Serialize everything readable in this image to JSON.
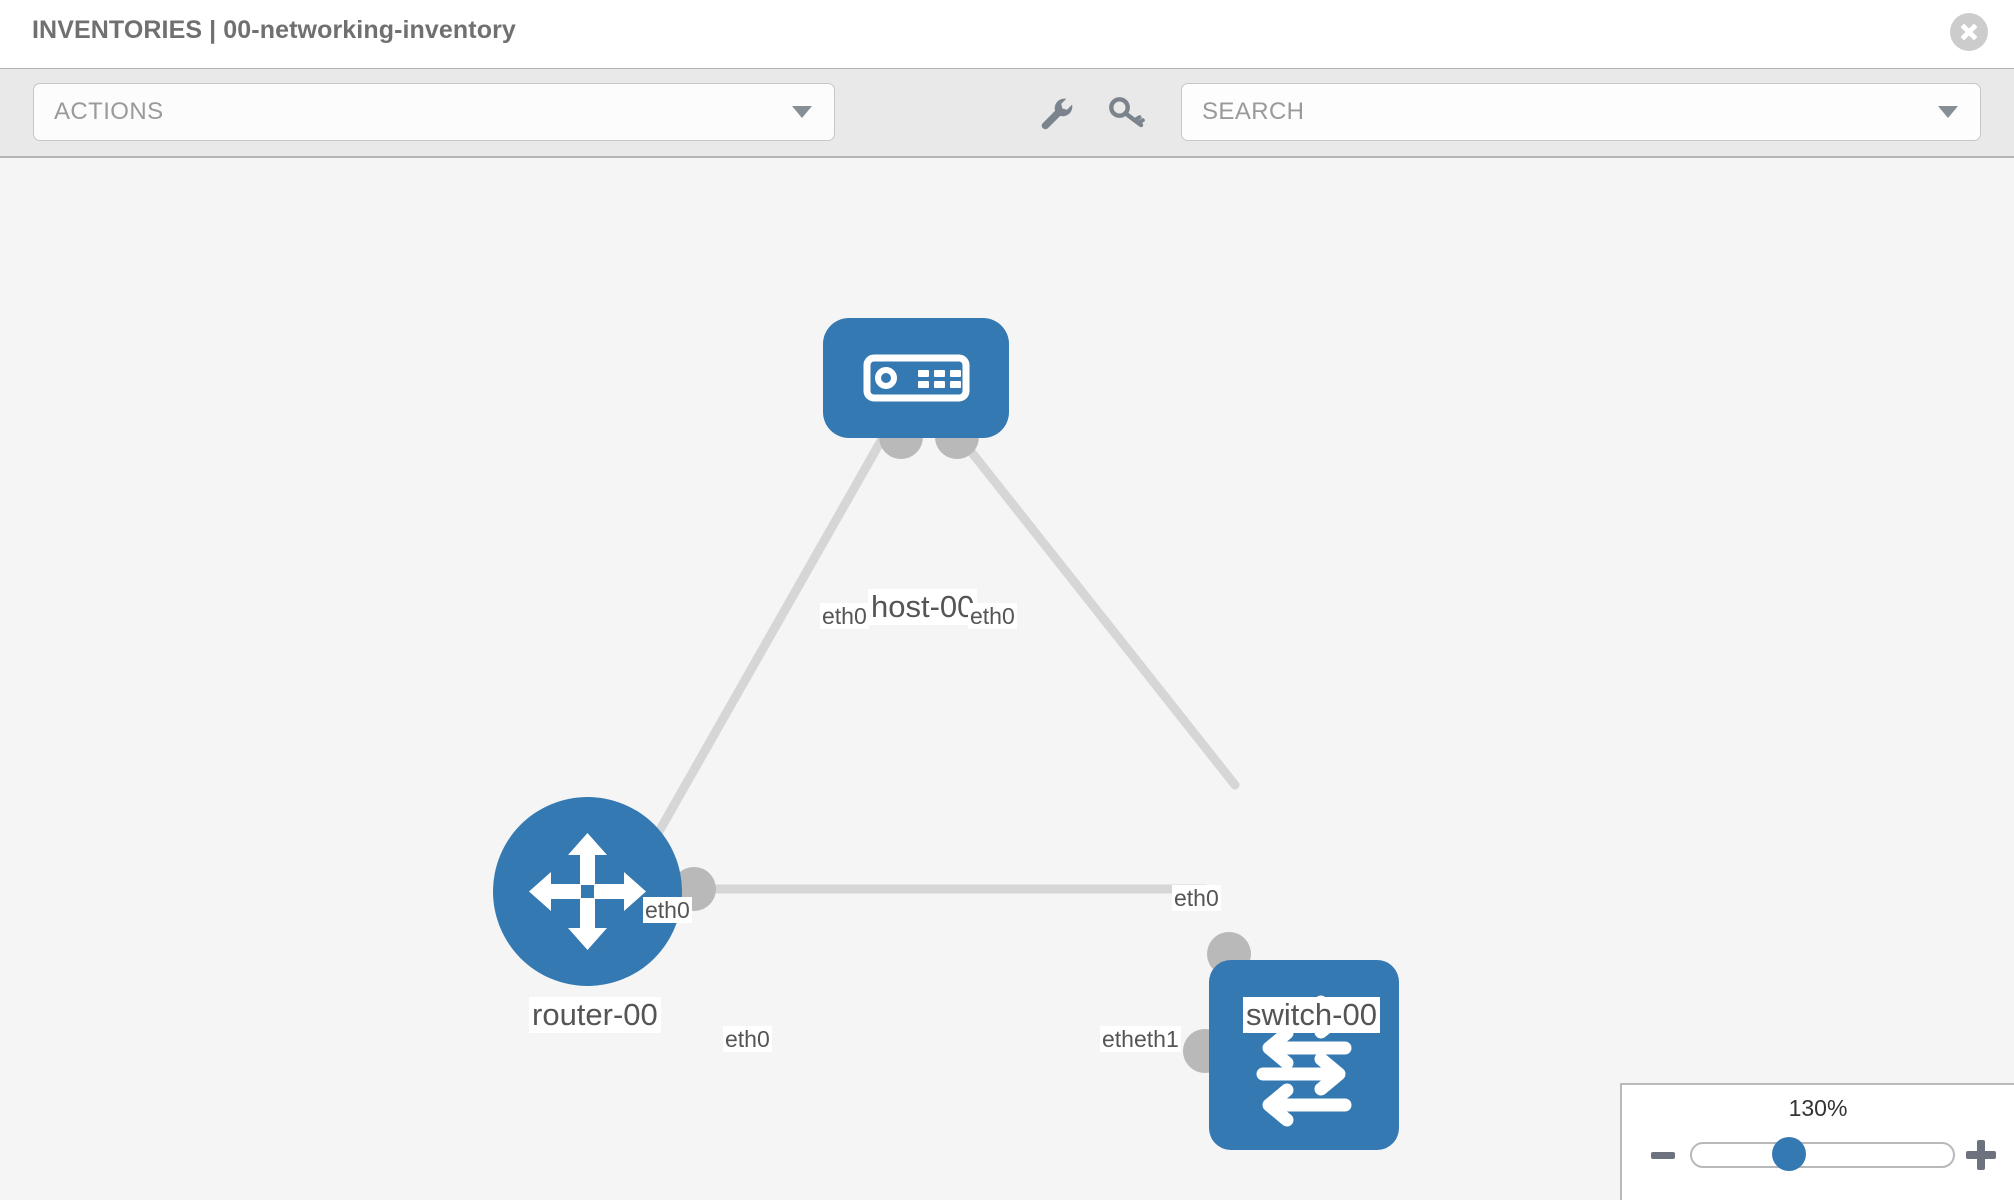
{
  "header": {
    "title": "INVENTORIES | 00-networking-inventory",
    "close_icon": "close-circle-icon"
  },
  "toolbar": {
    "actions_label": "ACTIONS",
    "actions_caret_icon": "chevron-down-icon",
    "wrench_icon": "wrench-icon",
    "key_icon": "key-icon",
    "search_placeholder": "SEARCH",
    "search_value": "",
    "search_caret_icon": "chevron-down-icon"
  },
  "topology": {
    "nodes": [
      {
        "id": "host-00",
        "label": "host-00",
        "type": "host",
        "icon": "server-icon"
      },
      {
        "id": "router-00",
        "label": "router-00",
        "type": "router",
        "icon": "router-arrows-icon"
      },
      {
        "id": "switch-00",
        "label": "switch-00",
        "type": "switch",
        "icon": "switch-arrows-icon"
      }
    ],
    "edge_labels": {
      "host_left": "eth0",
      "host_right": "eth0",
      "router_up": "eth0",
      "switch_up": "eth0",
      "router_right": "eth0",
      "switch_left": "etheth1"
    },
    "links": [
      {
        "from": "host-00",
        "from_port": "eth0",
        "to": "router-00",
        "to_port": "eth0"
      },
      {
        "from": "host-00",
        "from_port": "eth0",
        "to": "switch-00",
        "to_port": "eth0"
      },
      {
        "from": "router-00",
        "from_port": "eth0",
        "to": "switch-00",
        "to_port": "eth1"
      }
    ]
  },
  "zoom": {
    "value_label": "130%",
    "minus_icon": "minus-icon",
    "plus_icon": "plus-icon",
    "percent": 130
  },
  "colors": {
    "node_blue": "#3579b3",
    "canvas_bg": "#f5f5f5",
    "toolbar_bg": "#e9e9e9",
    "connector_gray": "#b9b9b9",
    "edge_gray": "#d6d6d6"
  }
}
